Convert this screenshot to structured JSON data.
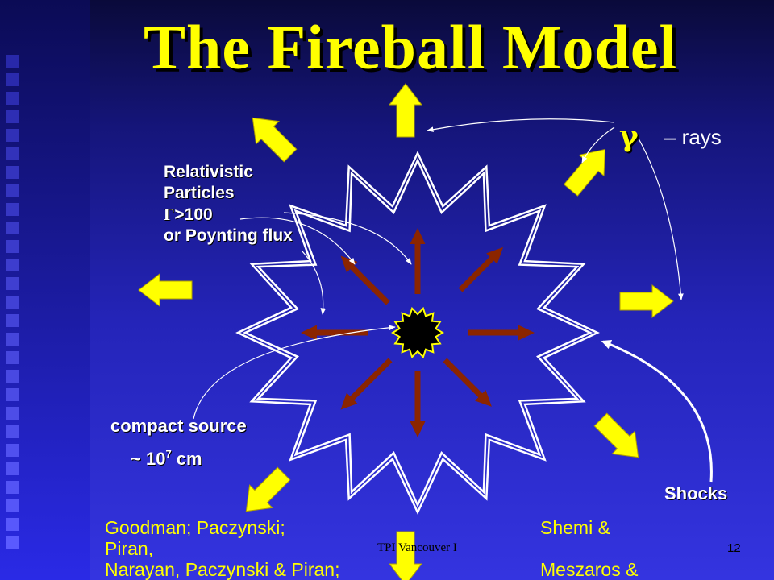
{
  "slide": {
    "title": "The Fireball Model",
    "labels": {
      "relativistic_line1": "Relativistic",
      "relativistic_line2": "Particles",
      "lorentz_symbol": "Γ",
      "lorentz_value": ">100",
      "poynting": "or Poynting flux",
      "gamma_symbol": "γ",
      "rays": "– rays",
      "compact_source": "compact source",
      "size_prefix": "~ 10",
      "size_exponent": "7",
      "size_unit": " cm",
      "shocks": "Shocks"
    },
    "references": {
      "line1_left": "Goodman; Paczynski;",
      "line1_right": "Shemi  &",
      "line2_left": "Piran,",
      "line3_left": "Narayan, Paczynski & Piran;",
      "line3_right": "Meszaros &"
    },
    "footer": "TPI Vancouver I",
    "page_number": "12"
  },
  "colors": {
    "title": "#ffff00",
    "outer_arrows": "#ffff00",
    "inner_arrows": "#8b2500",
    "source": "#000000",
    "shell": "#ffffff",
    "references_text": "#ffff00"
  }
}
